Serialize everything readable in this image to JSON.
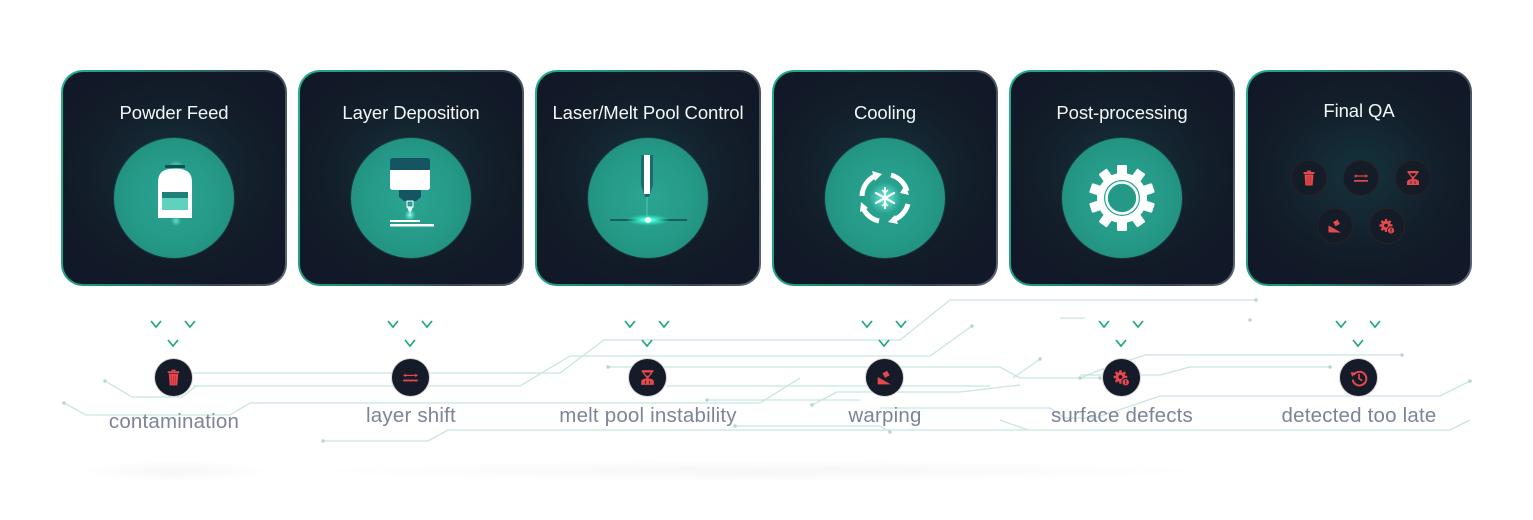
{
  "colors": {
    "card_bg": "#131c29",
    "card_border_accent": "#23b08a",
    "hero_teal": "#259987",
    "arrow_green": "#1fa884",
    "defect_red": "#e5484d",
    "node_bg": "#161b29",
    "label_gray": "#7b8499",
    "wire": "#c8e6df"
  },
  "stages": [
    {
      "id": "powder-feed",
      "title": "Powder Feed",
      "icon": "powder-hopper-icon"
    },
    {
      "id": "layer-deposition",
      "title": "Layer Deposition",
      "icon": "deposition-nozzle-icon"
    },
    {
      "id": "laser-melt-pool",
      "title": "Laser/Melt Pool Control",
      "icon": "laser-beam-icon"
    },
    {
      "id": "cooling",
      "title": "Cooling",
      "icon": "cooling-cycle-icon"
    },
    {
      "id": "post-processing",
      "title": "Post-processing",
      "icon": "gear-icon"
    },
    {
      "id": "final-qa",
      "title": "Final QA",
      "icon": "defect-summary-icons"
    }
  ],
  "final_qa_icons": [
    "trash-icon",
    "layer-shift-icon",
    "melt-pool-icon",
    "warping-icon",
    "gear-alert-icon"
  ],
  "defects": [
    {
      "label": "contamination",
      "icon": "trash-icon"
    },
    {
      "label": "layer shift",
      "icon": "layer-shift-icon"
    },
    {
      "label": "melt pool instability",
      "icon": "melt-pool-icon"
    },
    {
      "label": "warping",
      "icon": "warping-icon"
    },
    {
      "label": "surface defects",
      "icon": "gear-alert-icon"
    },
    {
      "label": "detected too late",
      "icon": "history-icon"
    }
  ]
}
